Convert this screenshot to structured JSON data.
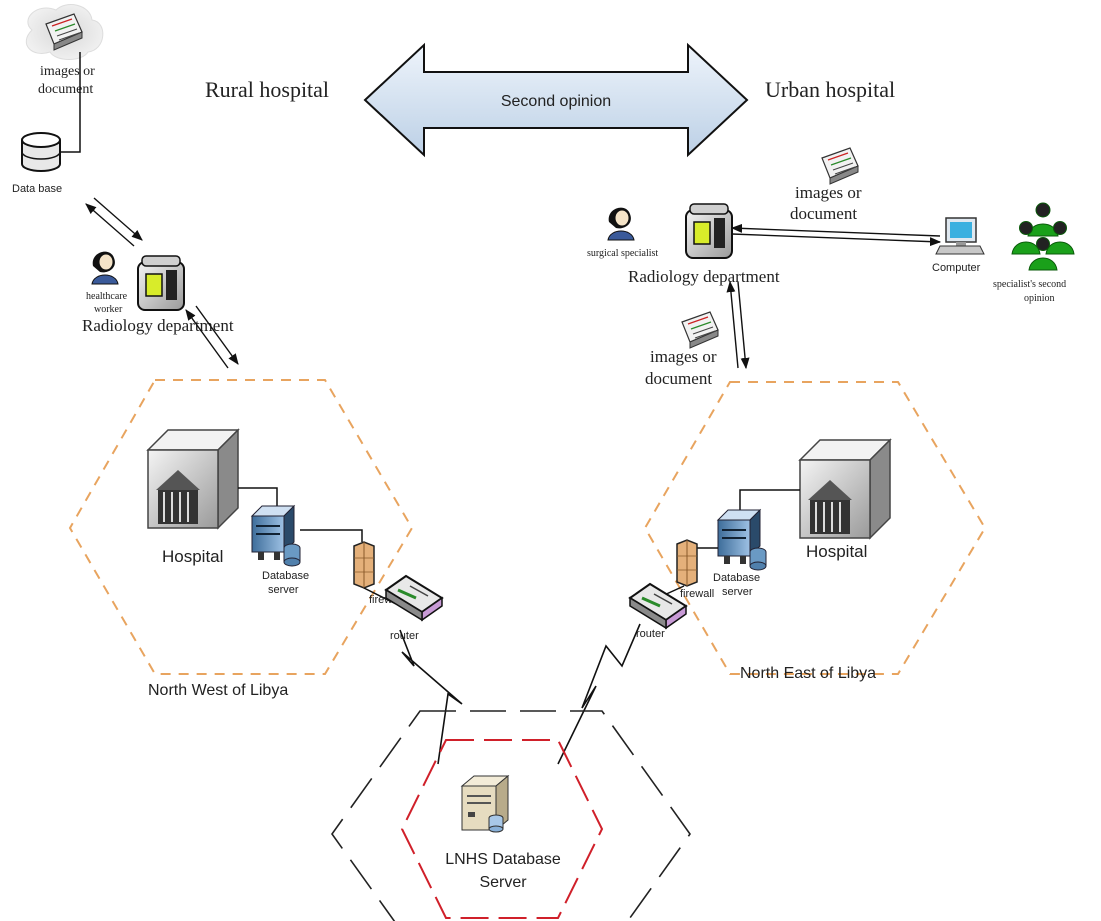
{
  "diagram": {
    "header": {
      "left_label": "Rural hospital",
      "right_label": "Urban hospital",
      "arrow_label": "Second opinion"
    },
    "rural": {
      "doc_label_line1": "images or",
      "doc_label_line2": "document",
      "database_label": "Data base",
      "worker_label_line1": "healthcare",
      "worker_label_line2": "worker",
      "radiology_label": "Radiology department",
      "hospital_label": "Hospital",
      "db_server_line1": "Database",
      "db_server_line2": "server",
      "firewall_label": "firewall",
      "router_label": "router",
      "region_label": "North West of Libya"
    },
    "urban": {
      "doc_top_line1": "images or",
      "doc_top_line2": "document",
      "specialist_label": "surgical specialist",
      "radiology_label": "Radiology department",
      "computer_label": "Computer",
      "second_opinion_line1": "specialist's second",
      "second_opinion_line2": "opinion",
      "doc_mid_line1": "images or",
      "doc_mid_line2": "document",
      "hospital_label": "Hospital",
      "db_server_line1": "Database",
      "db_server_line2": "server",
      "firewall_label": "firewall",
      "router_label": "router",
      "region_label": "North East of Libya"
    },
    "central": {
      "server_line1": "LNHS Database",
      "server_line2": "Server"
    }
  },
  "colors": {
    "region_dash": "#e8a45f",
    "central_inner": "#d0202a",
    "central_outer": "#222222",
    "arrow_fill": "#d6e4f2",
    "person_green": "#1aa01a"
  }
}
